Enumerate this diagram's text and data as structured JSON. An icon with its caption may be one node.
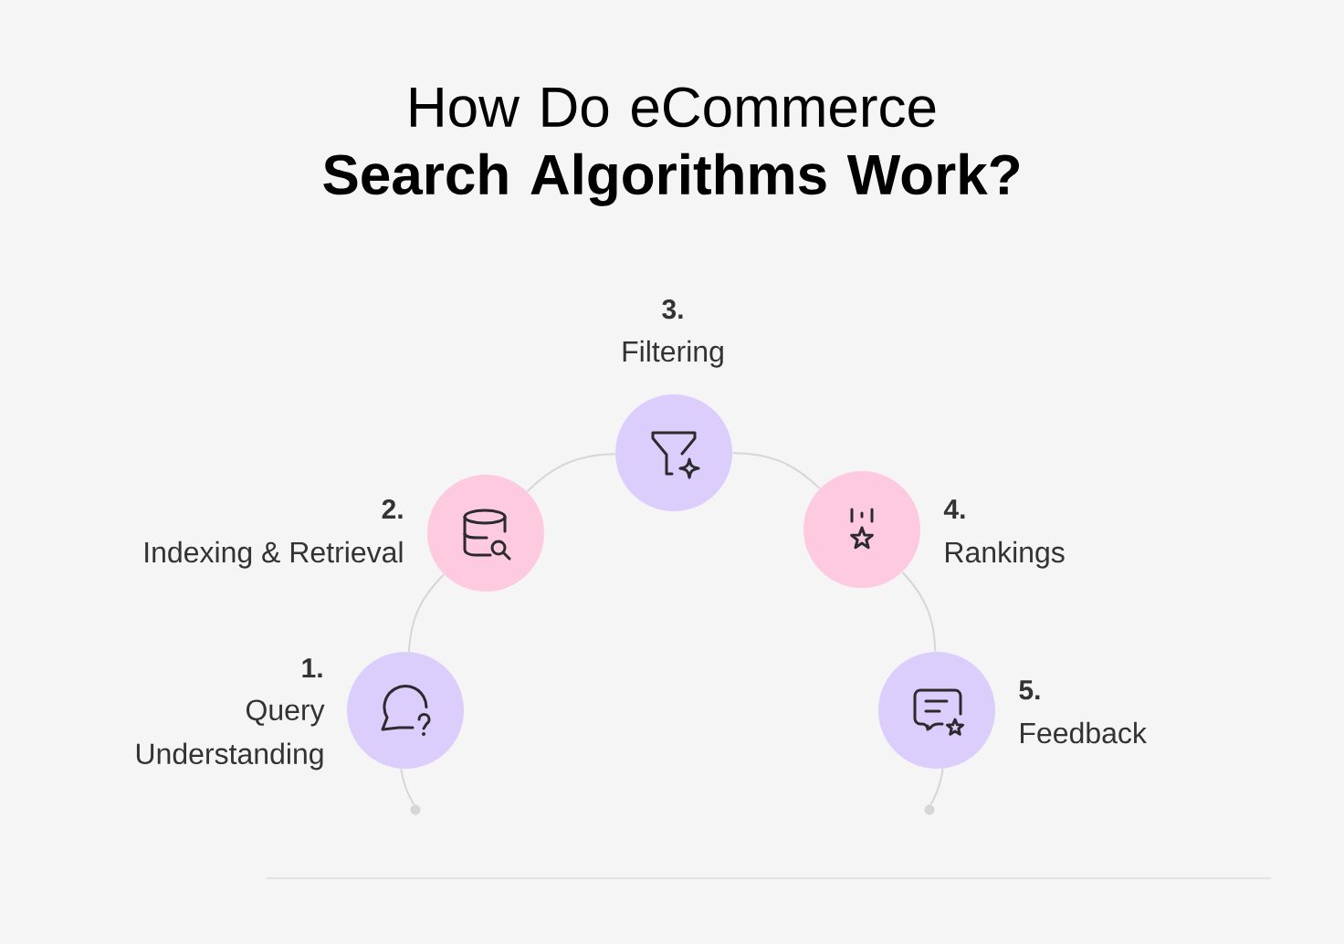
{
  "diagram": {
    "title": "How Do eCommerce **Search Algorithms Work?**",
    "nodes": [
      {
        "text": [],
        "shape": "circle",
        "beside": [
          "1.",
          "Query Understanding"
        ]
      },
      {
        "text": [],
        "shape": "circle",
        "beside": [
          "2.",
          "Indexing & Retrieval"
        ]
      },
      {
        "text": [],
        "shape": "circle",
        "beside": [
          "3.",
          "Filtering"
        ]
      },
      {
        "text": [],
        "shape": "circle",
        "beside": [
          "4.",
          "Rankings"
        ]
      },
      {
        "text": [],
        "shape": "circle",
        "beside": [
          "5.",
          "Feedback"
        ]
      },
      {
        "text": [],
        "shape": "circle"
      },
      {
        "text": [],
        "shape": "circle"
      }
    ],
    "edges": [
      {
        "from": 5,
        "to": 0,
        "arrow": "none"
      },
      {
        "from": 0,
        "to": 1,
        "arrow": "none"
      },
      {
        "from": 1,
        "to": 2,
        "arrow": "none"
      },
      {
        "from": 2,
        "to": 3,
        "arrow": "none"
      },
      {
        "from": 3,
        "to": 4,
        "arrow": "none"
      },
      {
        "from": 4,
        "to": 6,
        "arrow": "none"
      }
    ]
  }
}
